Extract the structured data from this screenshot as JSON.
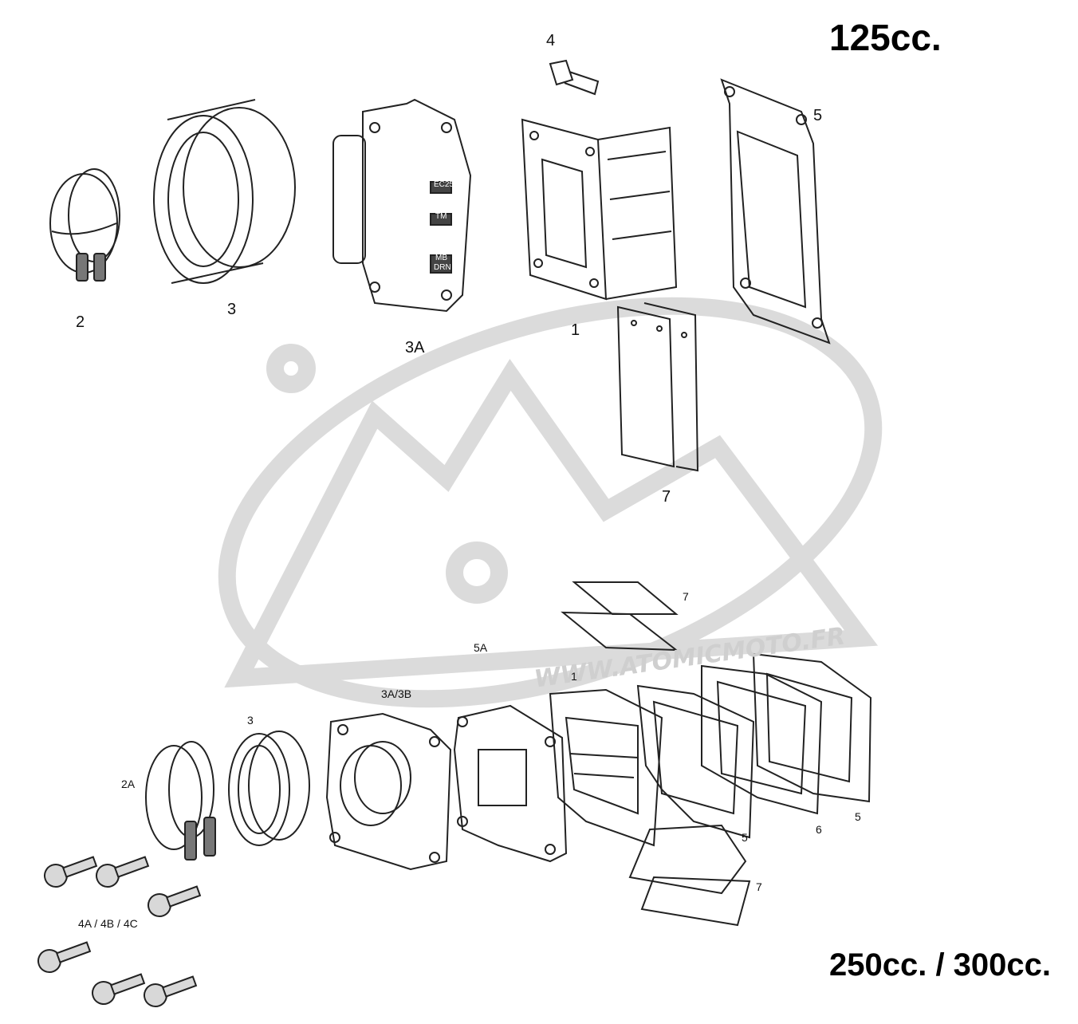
{
  "titles": {
    "top": "125cc.",
    "bottom": "250cc. / 300cc."
  },
  "watermark": {
    "text": "WWW.ATOMICMOTO.FR"
  },
  "labels": {
    "top": {
      "p4": "4",
      "p5": "5",
      "p2": "2",
      "p3": "3",
      "p3a": "3A",
      "p1": "1",
      "p7": "7"
    },
    "bottom": {
      "p7a": "7",
      "p5a": "5A",
      "p1": "1",
      "p3a3b": "3A/3B",
      "p3": "3",
      "p2a": "2A",
      "p5a_right": "5",
      "p6": "6",
      "p5b_right": "5",
      "p7b": "7",
      "p4abc": "4A / 4B / 4C"
    }
  },
  "reed_block_markings": [
    "EC25",
    "TM",
    "MB",
    "DRN"
  ]
}
